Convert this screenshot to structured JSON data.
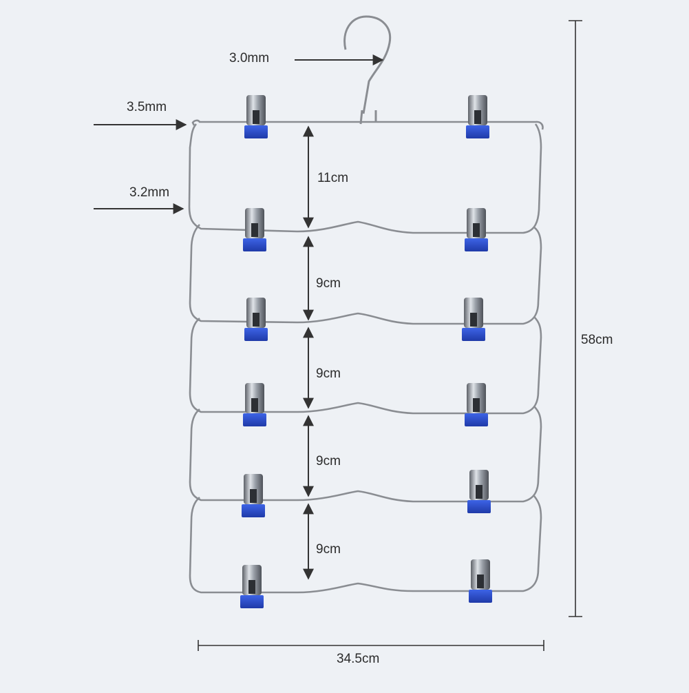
{
  "labels": {
    "hook_wire": "3.0mm",
    "top_wire": "3.5mm",
    "frame_wire": "3.2mm",
    "gap_top": "11cm",
    "gap_2": "9cm",
    "gap_3": "9cm",
    "gap_4": "9cm",
    "gap_5": "9cm",
    "total_height": "58cm",
    "width": "34.5cm"
  },
  "colors": {
    "background": "#eef1f5",
    "wire": "#8a8d92",
    "clip_metal": "#9aa0a8",
    "clip_pad": "#2d4fd0",
    "dimension_line": "#333333"
  },
  "icons": {
    "clip": "clip-icon",
    "hook": "hook-icon"
  }
}
